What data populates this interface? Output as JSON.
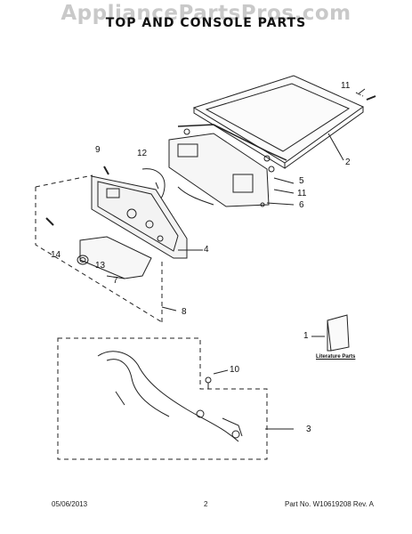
{
  "watermark": "AppliancePartsPros.com",
  "title": "TOP AND CONSOLE PARTS",
  "callouts": {
    "n1": "1",
    "n2": "2",
    "n3": "3",
    "n4": "4",
    "n5": "5",
    "n6": "6",
    "n7": "7",
    "n8": "8",
    "n9": "9",
    "n10": "10",
    "n11a": "11",
    "n11b": "11",
    "n12": "12",
    "n13": "13",
    "n14": "14"
  },
  "literature_label": "Literature Parts",
  "footer": {
    "date": "05/06/2013",
    "page": "2",
    "part_no": "Part No.  W10619208  Rev.  A"
  }
}
